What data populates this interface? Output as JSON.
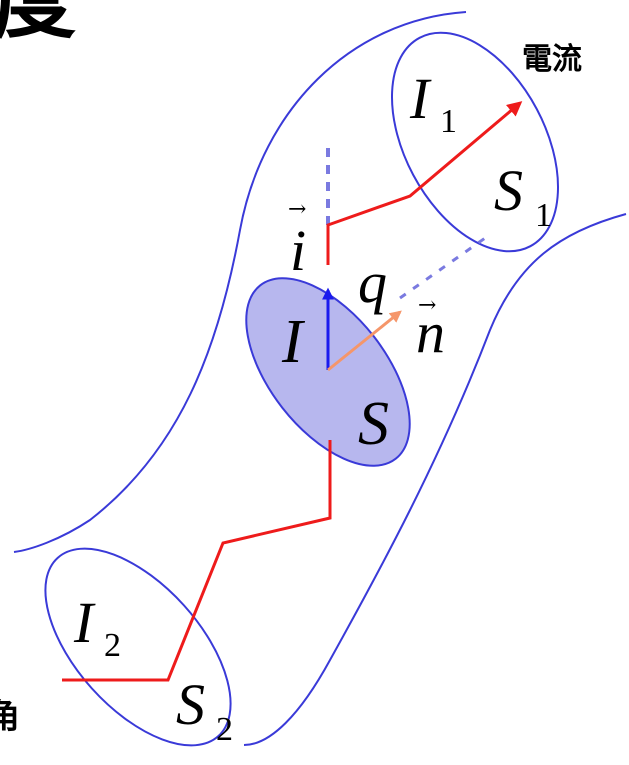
{
  "header": {
    "title_fragment": "度",
    "corner_fragment": "角"
  },
  "labels": {
    "current": "電流",
    "I1": {
      "main": "I",
      "sub": "1"
    },
    "S1": {
      "main": "S",
      "sub": "1"
    },
    "I2": {
      "main": "I",
      "sub": "2"
    },
    "S2": {
      "main": "S",
      "sub": "2"
    },
    "I": "I",
    "S": "S",
    "q": "q",
    "i_vec": {
      "letter": "i",
      "arrow": "→"
    },
    "n_vec": {
      "letter": "n",
      "arrow": "→"
    }
  },
  "colors": {
    "tube": "#3a3ad8",
    "current": "#ee1b1b",
    "section_fill": "#b7b7ee",
    "i_arrow": "#1a1aee",
    "n_arrow": "#f5966a",
    "dotted": "#7a7ae0"
  }
}
